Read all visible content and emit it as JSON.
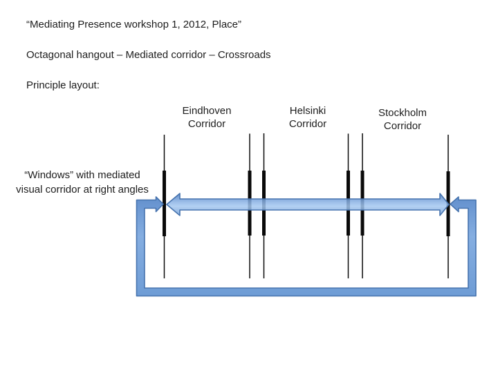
{
  "slide": {
    "title": "“Mediating Presence workshop 1, 2012, Place”",
    "subtitle": "Octagonal hangout – Mediated corridor – Crossroads",
    "section_heading": "Principle layout:",
    "annotation_line1": "“Windows” with mediated",
    "annotation_line2": "visual corridor at right angles",
    "corridors": [
      {
        "name": "Eindhoven",
        "type_label": "Corridor"
      },
      {
        "name": "Helsinki",
        "type_label": "Corridor"
      },
      {
        "name": "Stockholm",
        "type_label": "Corridor"
      }
    ],
    "diagram": {
      "windows_count": 6,
      "arrow_fill": "#7da7dd",
      "arrow_border": "#4673ae",
      "window_line_color": "#0a0a0a"
    }
  }
}
